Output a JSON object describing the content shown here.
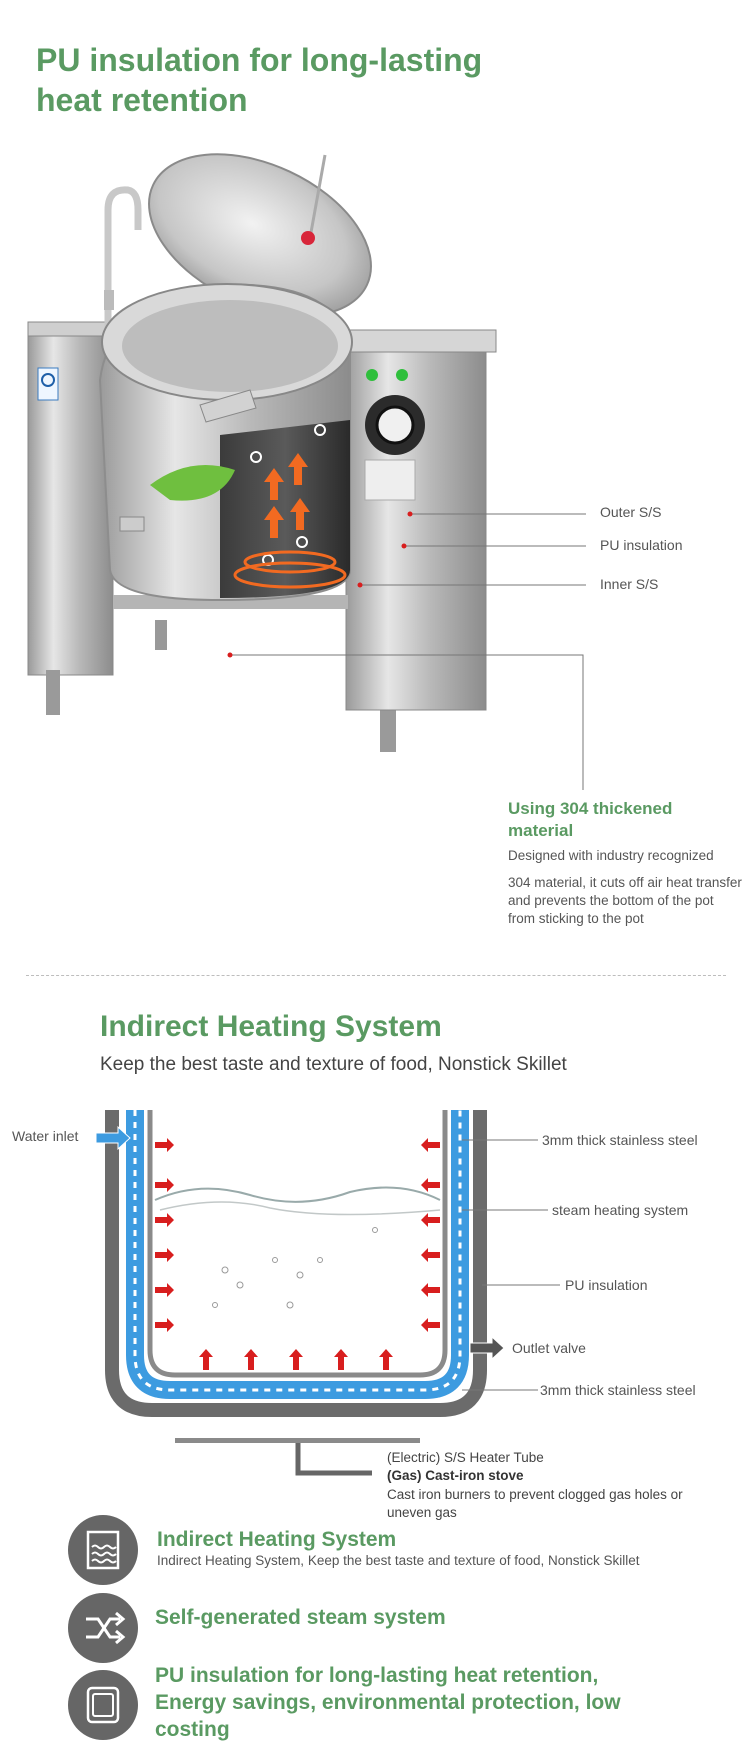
{
  "section1": {
    "title_line1": "PU insulation for long-lasting",
    "title_line2": "heat retention",
    "callouts": {
      "outer": "Outer S/S",
      "pu": "PU insulation",
      "inner": "Inner S/S"
    },
    "material_title_line1": "Using 304 thickened",
    "material_title_line2": "material",
    "material_desc1": "Designed with industry recognized",
    "material_desc2": "304 material, it cuts off air heat transfer and prevents the bottom of the pot from sticking to the pot"
  },
  "section2": {
    "title": "Indirect Heating System",
    "subtitle": "Keep the best taste and texture of food,  Nonstick Skillet",
    "labels": {
      "water_inlet": "Water inlet",
      "steel_top": "3mm thick stainless steel",
      "steam": "steam heating system",
      "pu": "PU insulation",
      "outlet": "Outlet valve",
      "steel_bottom": "3mm thick stainless steel"
    },
    "heater_line1": "(Electric) S/S Heater Tube",
    "heater_line2": "(Gas) Cast-iron stove",
    "heater_line3": "Cast iron burners to prevent clogged gas holes or uneven gas"
  },
  "features": [
    {
      "icon": "water-waves-icon",
      "title": "Indirect Heating System",
      "desc": "Indirect Heating System, Keep the best taste and texture of food,  Nonstick Skillet"
    },
    {
      "icon": "shuffle-arrows-icon",
      "title": "Self-generated steam system",
      "desc": ""
    },
    {
      "icon": "tray-icon",
      "title": "PU insulation for long-lasting heat retention, Energy savings, environmental protection, low costing",
      "desc": ""
    }
  ],
  "colors": {
    "accent_green": "#5a9a62",
    "steam_blue": "#3d9be0",
    "heat_red": "#d81e1e",
    "icon_gray": "#666666"
  }
}
